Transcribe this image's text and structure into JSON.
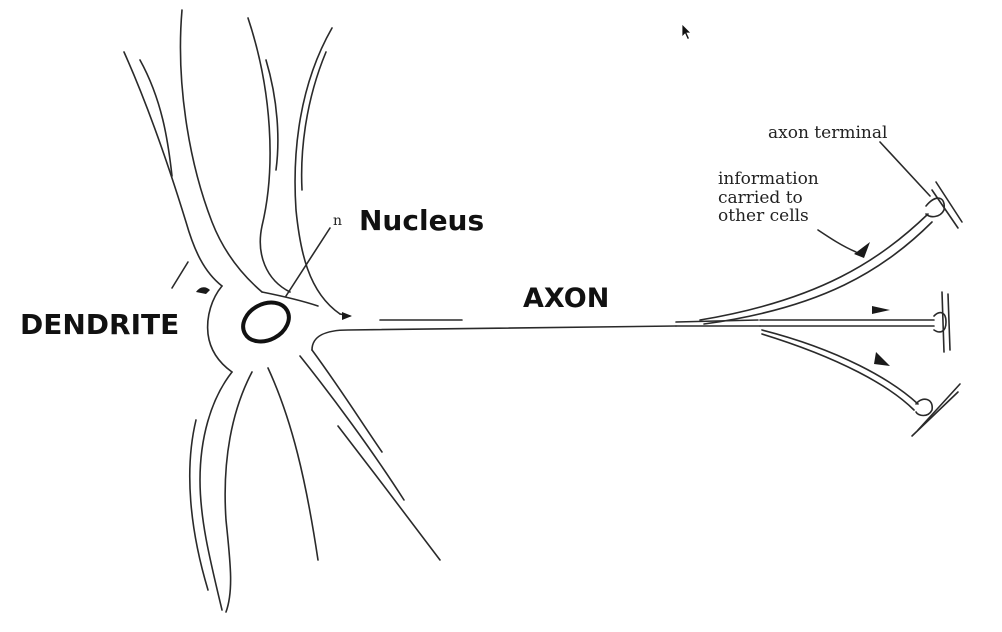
{
  "labels": {
    "dendrite": "DENDRITE",
    "nucleus": "Nucleus",
    "nucleus_marker": "n",
    "axon": "AXON",
    "axon_terminal": "axon terminal",
    "information_lines": [
      "information",
      "carried to",
      "other cells"
    ]
  },
  "colors": {
    "line": "#2a2a2a",
    "label_text": "#111111",
    "background": "#ffffff"
  },
  "icons": {
    "cursor": "mouse-pointer-icon"
  }
}
